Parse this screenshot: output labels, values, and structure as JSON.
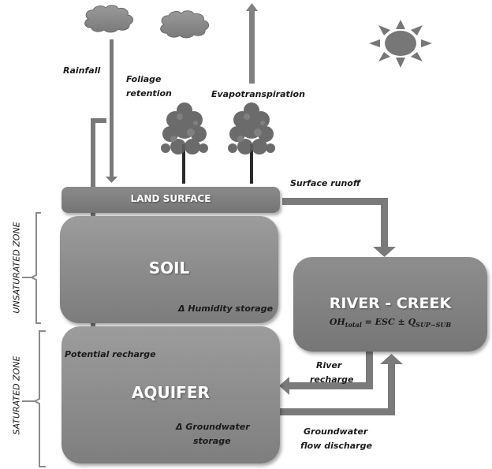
{
  "diagram": {
    "title": "Water balance diagram",
    "colors": {
      "box_fill_top": "#9a9a9a",
      "box_fill_bottom": "#7e7e7e",
      "arrow": "#7a7a7a",
      "text": "#1a1a1a",
      "box_title": "#ffffff"
    },
    "icons": {
      "clouds": [
        "cloud-icon",
        "cloud-icon"
      ],
      "sun": "sun-icon",
      "trees": [
        "tree-icon",
        "tree-icon"
      ]
    },
    "flows": {
      "rainfall": "Rainfall",
      "foliage_retention_line1": "Foliage",
      "foliage_retention_line2": "retention",
      "evapotranspiration": "Evapotranspiration",
      "surface_runoff": "Surface runoff",
      "potential_recharge": "Potential recharge",
      "river_recharge_line1": "River",
      "river_recharge_line2": "recharge",
      "groundwater_discharge_line1": "Groundwater",
      "groundwater_discharge_line2": "flow discharge"
    },
    "boxes": {
      "land_surface": "LAND SURFACE",
      "soil": "SOIL",
      "soil_note": "Δ Humidity storage",
      "aquifer": "AQUIFER",
      "aquifer_note_line1": "Δ Groundwater",
      "aquifer_note_line2": "storage",
      "river": "RIVER - CREEK",
      "equation": {
        "lhs": "OH",
        "lhs_sub": "total",
        "middle": " = ESC ± Q",
        "rhs_sub": "SUP−SUB"
      }
    },
    "zones": {
      "unsaturated": "UNSATURATED ZONE",
      "saturated": "SATURATED ZONE"
    }
  }
}
